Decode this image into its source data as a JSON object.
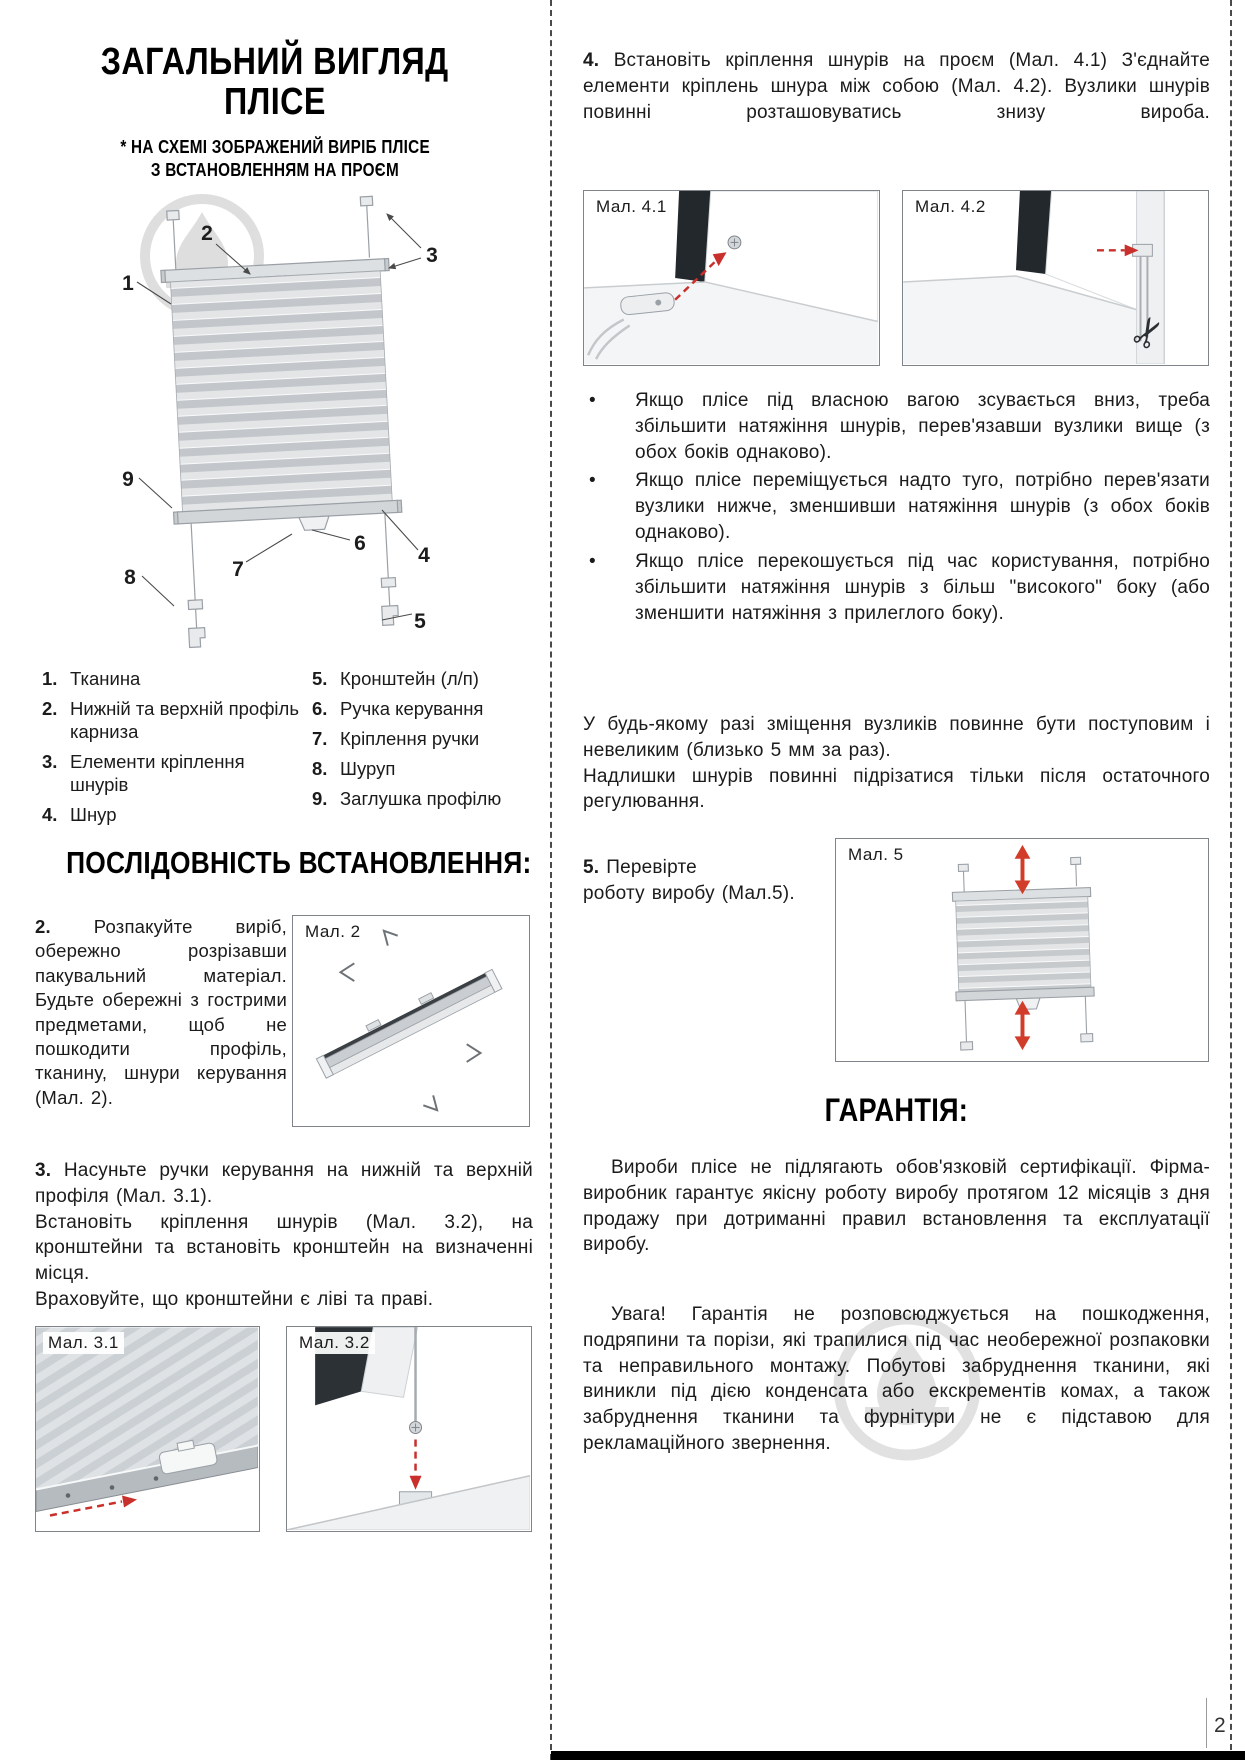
{
  "page_number": "2",
  "left": {
    "title": {
      "line1": "ЗАГАЛЬНИЙ ВИГЛЯД",
      "line2": "ПЛІСЕ"
    },
    "subtitle": {
      "line1": "* НА СХЕМІ ЗОБРАЖЕНИЙ ВИРІБ ПЛІСЕ",
      "line2": "З ВСТАНОВЛЕННЯМ НА ПРОЄМ"
    },
    "diagram": {
      "callouts": [
        "1",
        "2",
        "3",
        "4",
        "5",
        "6",
        "7",
        "8",
        "9"
      ]
    },
    "legend": {
      "col1": [
        {
          "num": "1.",
          "text": "Тканина"
        },
        {
          "num": "2.",
          "text": "Нижній та верхній профіль карниза"
        },
        {
          "num": "3.",
          "text": "Елементи кріплення шнурів"
        },
        {
          "num": "4.",
          "text": "Шнур"
        }
      ],
      "col2": [
        {
          "num": "5.",
          "text": "Кронштейн (л/п)"
        },
        {
          "num": "6.",
          "text": "Ручка керування"
        },
        {
          "num": "7.",
          "text": "Кріплення ручки"
        },
        {
          "num": "8.",
          "text": "Шуруп"
        },
        {
          "num": "9.",
          "text": "Заглушка профілю"
        }
      ]
    },
    "section_title": "ПОСЛІДОВНІСТЬ ВСТАНОВЛЕННЯ:",
    "step2": {
      "num": "2.",
      "text": "Розпакуйте виріб, обережно розрізавши пакувальний матеріал. Будьте обережні з гострими предметами, щоб не пошкодити профіль, тканину, шнури керування (Мал. 2)."
    },
    "fig2_label": "Мал. 2",
    "step3": {
      "num": "3.",
      "line1": "Насуньте ручки керування на нижній та верхній профіля (Мал. 3.1).",
      "line2": "Встановіть кріплення шнурів (Мал. 3.2), на кронштейни та встановіть кронштейн на визначенні місця.",
      "line3": "Враховуйте, що кронштейни є ліві та праві."
    },
    "fig31_label": "Мал. 3.1",
    "fig32_label": "Мал. 3.2"
  },
  "right": {
    "step4": {
      "num": "4.",
      "text": "Встановіть кріплення шнурів на проєм (Мал. 4.1) З'єднайте елементи кріплень шнура між собою (Мал. 4.2). Вузлики шнурів повинні розташовуватись знизу вироба."
    },
    "fig41_label": "Мал. 4.1",
    "fig42_label": "Мал. 4.2",
    "bullet_char": "•",
    "bullets": [
      "Якщо плісе під власною вагою зсувається вниз, треба збільшити натяжіння шнурів, перев'язавши вузлики вище (з обох боків однаково).",
      "Якщо плісе переміщується надто туго, потрібно перев'язати вузлики нижче, зменшивши натяжіння шнурів (з обох боків однаково).",
      "Якщо плісе перекошується під час користування, потрібно збільшити натяжіння шнурів з більш \"високого\" боку (або зменшити натяжіння з прилеглого боку)."
    ],
    "note_line1": "У будь-якому разі зміщення вузликів повинне бути поступовим і невеликим (близько 5 мм за раз).",
    "note_line2": "Надлишки шнурів повинні підрізатися тільки після остаточного регулювання.",
    "step5": {
      "num": "5.",
      "line1": "Перевірте",
      "line2": "роботу виробу (Мал.5)."
    },
    "fig5_label": "Мал. 5",
    "guarantee": {
      "title": "ГАРАНТІЯ:",
      "p1": "Вироби плісе не підлягають обов'язковій сертифікації. Фірма-виробник гарантує якісну роботу виробу протягом 12 місяців з дня продажу при дотриманні правил встановлення та експлуатації виробу.",
      "p2": "Увага! Гарантія не розповсюджується на пошкодження, подряпини та порізи, які трапилися під час необережної розпаковки та неправильного монтажу. Побутові забруднення тканини, які виникли під дією конденсата або екскрементів комах, а також забруднення тканини та фурнітури не є підставою для рекламаційного звернення."
    }
  },
  "colors": {
    "accent_red": "#c9302c",
    "line_grey": "#9aa0a6"
  }
}
